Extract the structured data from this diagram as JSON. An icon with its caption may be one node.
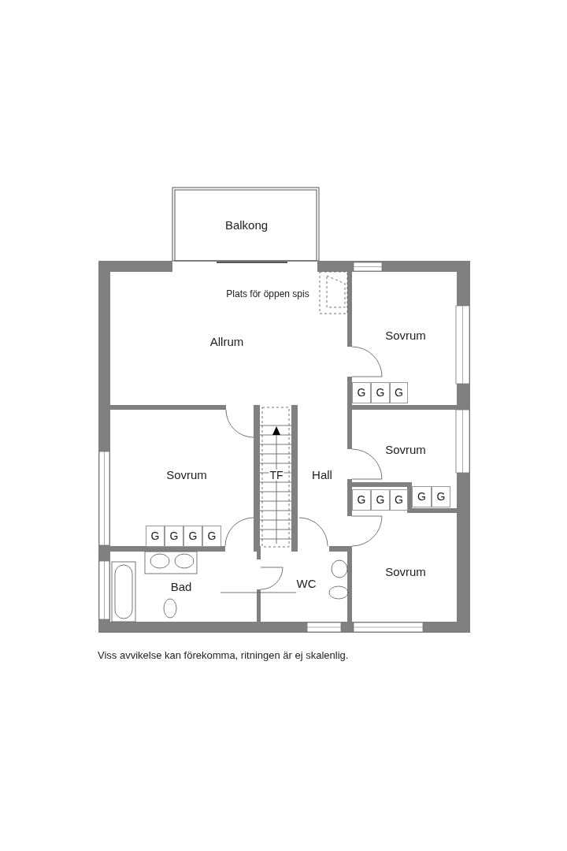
{
  "diagram": {
    "caption": "Viss avvikelse kan förekomma, ritningen är ej skalenlig.",
    "nodes": [
      {
        "text": [
          "Balkong"
        ]
      },
      {
        "text": [
          "Allrum"
        ]
      },
      {
        "text": [
          "Sovrum"
        ]
      },
      {
        "text": [
          "Sovrum"
        ]
      },
      {
        "text": [
          "Hall"
        ]
      },
      {
        "text": [
          "Sovrum"
        ]
      },
      {
        "text": [
          "Sovrum"
        ]
      },
      {
        "text": [
          "Bad"
        ]
      },
      {
        "text": [
          "WC"
        ]
      }
    ],
    "labels": [
      "Plats för öppen spis",
      "G",
      "G",
      "G",
      "TF",
      "G",
      "G",
      "G",
      "G",
      "G",
      "G",
      "G",
      "G",
      "G"
    ]
  }
}
